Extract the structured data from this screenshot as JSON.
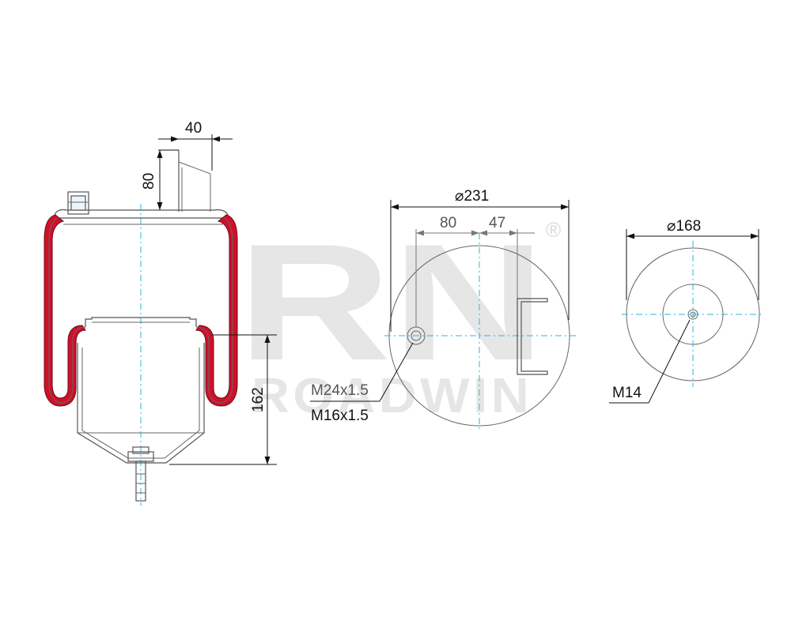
{
  "watermark": {
    "logo": "RN",
    "brand": "ROADWIN",
    "registered": "®"
  },
  "side_view": {
    "dimensions": {
      "offset_top": "40",
      "height_stud": "80",
      "height_piston": "162"
    }
  },
  "top_view": {
    "dimensions": {
      "diameter": "⌀231",
      "offset_left": "80",
      "offset_right": "47"
    },
    "callouts": {
      "thread_primary": "M24x1.5",
      "thread_secondary": "M16x1.5"
    }
  },
  "bottom_view": {
    "dimensions": {
      "diameter": "⌀168"
    },
    "callouts": {
      "thread": "M14"
    }
  },
  "colors": {
    "bellow": "#d0102a",
    "centerline": "#29b6e0",
    "watermark": "#e6e6e6"
  }
}
